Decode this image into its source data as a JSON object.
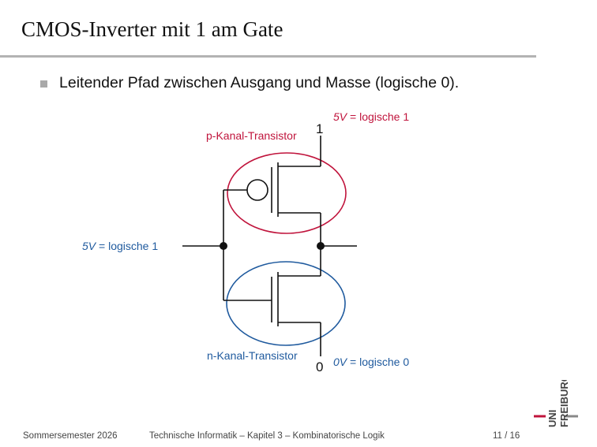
{
  "slide": {
    "title": "CMOS-Inverter mit 1 am Gate",
    "bullet": "Leitender Pfad zwischen Ausgang und Masse (logische 0)."
  },
  "diagram": {
    "top_value": "1",
    "bottom_value": "0",
    "top_note_italic": "5V",
    "top_note_rest": " = logische 1",
    "input_note_italic": "5V",
    "input_note_rest": " = logische 1",
    "bottom_note_italic": "0V",
    "bottom_note_rest": " = logische 0",
    "p_label": "p-Kanal-Transistor",
    "n_label": "n-Kanal-Transistor",
    "colors": {
      "p_red": "#c0143c",
      "n_blue": "#1f5a9e"
    }
  },
  "footer": {
    "semester": "Sommersemester 2026",
    "course": "Technische Informatik – Kapitel 3 – Kombinatorische Logik",
    "page": "11 / 16"
  },
  "logo": {
    "line1": "UNI",
    "line2": "FREIBURG"
  }
}
